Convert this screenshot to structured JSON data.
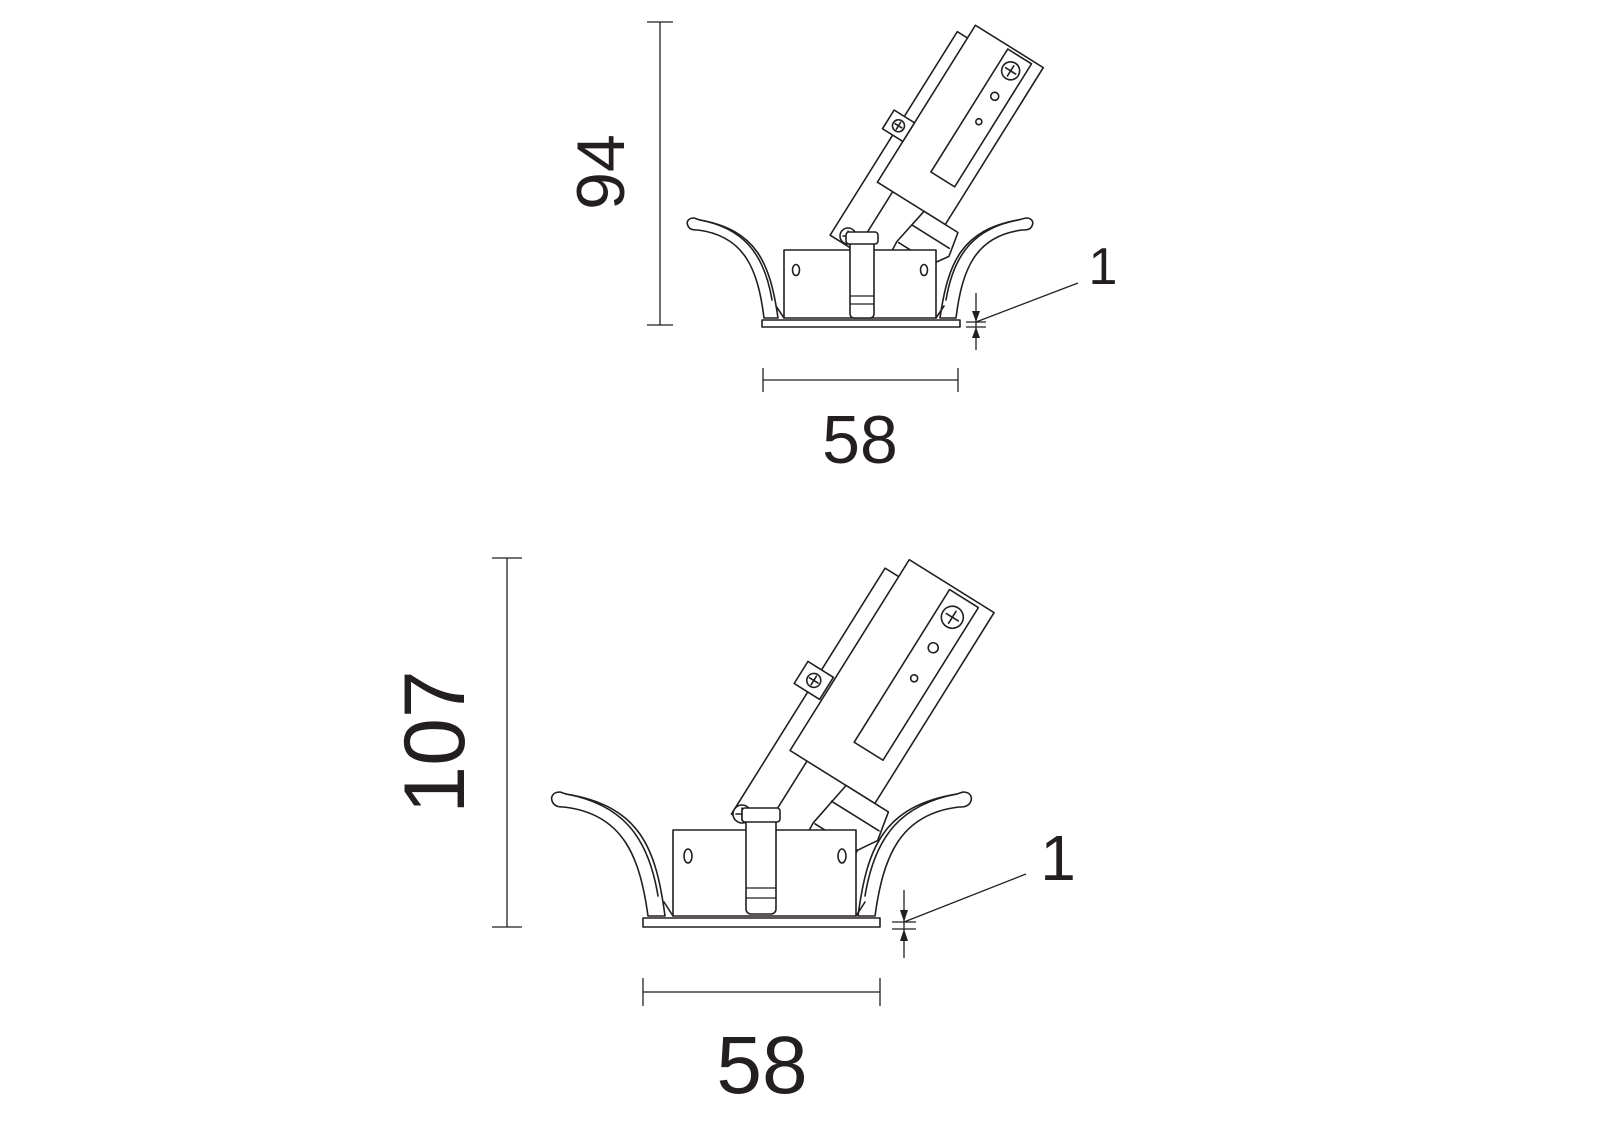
{
  "colors": {
    "ink": "#231f20",
    "background": "#ffffff"
  },
  "views": [
    {
      "height_label": "94",
      "width_label": "58",
      "flange_label": "1"
    },
    {
      "height_label": "107",
      "width_label": "58",
      "flange_label": "1"
    }
  ]
}
